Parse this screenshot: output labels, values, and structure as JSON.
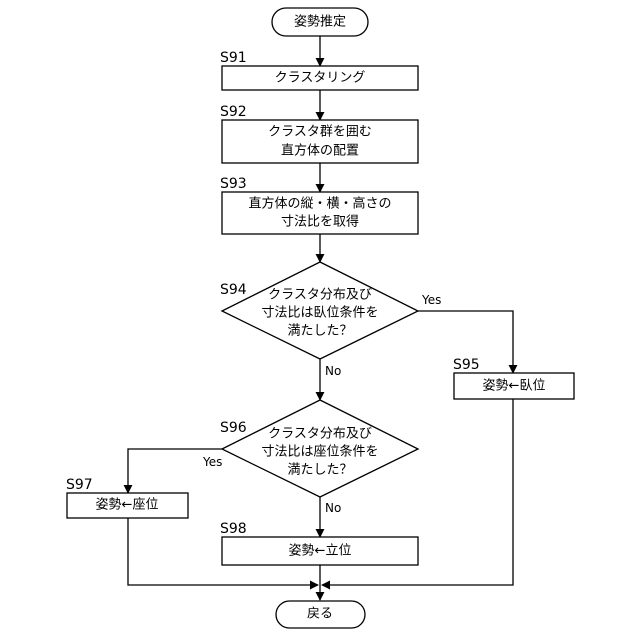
{
  "nodes": {
    "start": {
      "text": "姿勢推定"
    },
    "s91": {
      "step": "S91",
      "lines": [
        "クラスタリング"
      ]
    },
    "s92": {
      "step": "S92",
      "lines": [
        "クラスタ群を囲む",
        "直方体の配置"
      ]
    },
    "s93": {
      "step": "S93",
      "lines": [
        "直方体の縦・横・高さの",
        "寸法比を取得"
      ]
    },
    "s94": {
      "step": "S94",
      "lines": [
        "クラスタ分布及び",
        "寸法比は臥位条件を",
        "満たした？"
      ]
    },
    "s95": {
      "step": "S95",
      "lines": [
        "姿勢←臥位"
      ]
    },
    "s96": {
      "step": "S96",
      "lines": [
        "クラスタ分布及び",
        "寸法比は座位条件を",
        "満たした？"
      ]
    },
    "s97": {
      "step": "S97",
      "lines": [
        "姿勢←座位"
      ]
    },
    "s98": {
      "step": "S98",
      "lines": [
        "姿勢←立位"
      ]
    },
    "end": {
      "text": "戻る"
    }
  },
  "branches": {
    "s94_yes": "Yes",
    "s94_no": "No",
    "s96_yes": "Yes",
    "s96_no": "No"
  }
}
